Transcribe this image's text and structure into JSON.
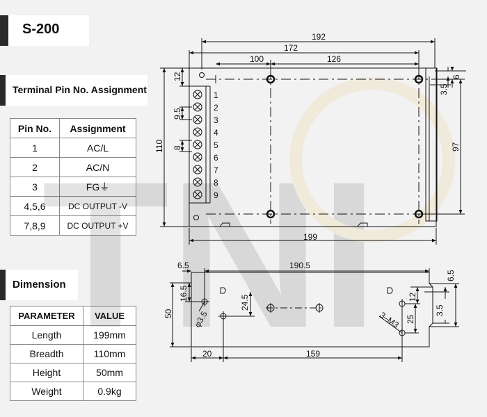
{
  "model": "S-200",
  "pin_section": {
    "title": "Terminal Pin No. Assignment",
    "headers": [
      "Pin No.",
      "Assignment"
    ],
    "rows": [
      {
        "pin": "1",
        "assignment": "AC/L"
      },
      {
        "pin": "2",
        "assignment": "AC/N"
      },
      {
        "pin": "3",
        "assignment": "FG⏚"
      },
      {
        "pin": "4,5,6",
        "assignment": "DC OUTPUT -V"
      },
      {
        "pin": "7,8,9",
        "assignment": "DC OUTPUT +V"
      }
    ]
  },
  "dimension_section": {
    "title": "Dimension",
    "headers": [
      "PARAMETER",
      "VALUE"
    ],
    "rows": [
      {
        "parameter": "Length",
        "value": "199mm"
      },
      {
        "parameter": "Breadth",
        "value": "110mm"
      },
      {
        "parameter": "Height",
        "value": "50mm"
      },
      {
        "parameter": "Weight",
        "value": "0.9kg"
      }
    ]
  },
  "top_view": {
    "terminal_numbers": [
      "1",
      "2",
      "3",
      "4",
      "5",
      "6",
      "7",
      "8",
      "9"
    ],
    "dims": {
      "d192": "192",
      "d172": "172",
      "d100": "100",
      "d126": "126",
      "d12": "12",
      "d9_5": "9.5",
      "d8": "8",
      "d110": "110",
      "d6": "6",
      "d3_5": "3.5",
      "d97": "97",
      "d199": "199"
    }
  },
  "side_view": {
    "dims": {
      "d6_5": "6.5",
      "d190_5": "190.5",
      "d16_5": "16.5",
      "d50": "50",
      "d24_5": "24.5",
      "d3_5": "φ3.5",
      "d20": "20",
      "d159": "159",
      "d3m3": "3–M3",
      "d12": "12",
      "d25": "25",
      "d6_5r": "6.5",
      "d3_5r": "3.5"
    }
  },
  "watermark": "TNI",
  "colors": {
    "background": "#f2f2f2",
    "tag_bar": "#2a2a2a",
    "line": "#111111"
  }
}
